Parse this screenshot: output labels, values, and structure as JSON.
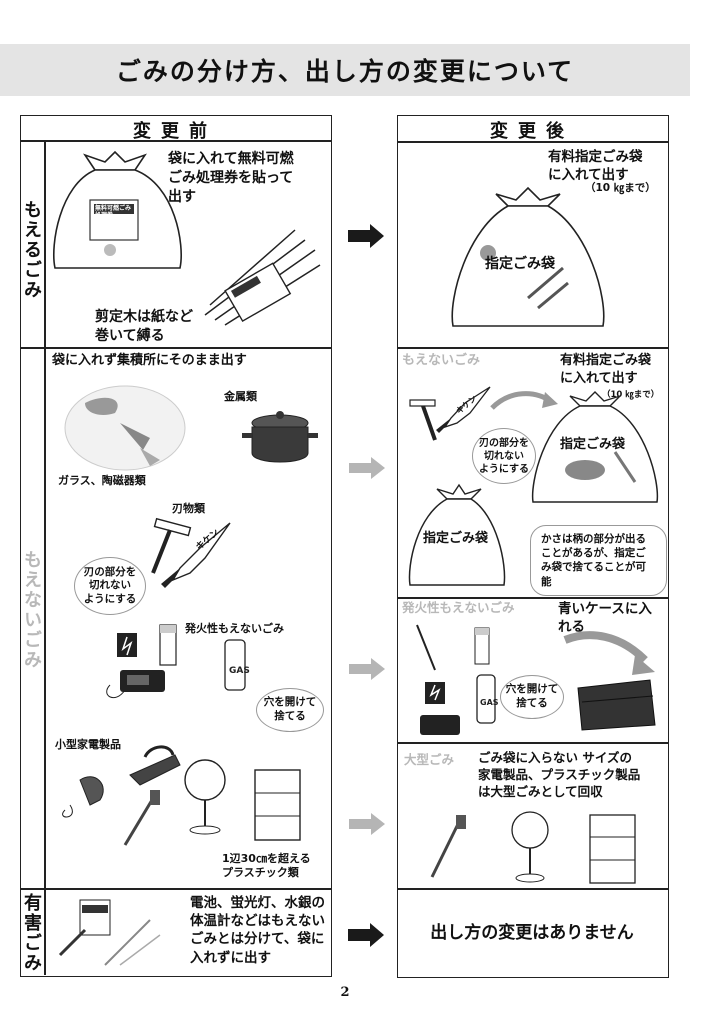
{
  "page": {
    "title": "ごみの分け方、出し方の変更について",
    "page_number": "2"
  },
  "headers": {
    "before": "変更前",
    "after": "変更後"
  },
  "categories": {
    "moeru": "もえるごみ",
    "moenai": "もえないごみ",
    "yugai": "有害ごみ"
  },
  "moeru_before": {
    "bag_text": "袋に入れて無料可燃\nごみ処理券を貼って\n出す",
    "branches_text": "剪定木は紙など\n巻いて縛る",
    "ticket_label": "無料可燃ごみ\n処理券"
  },
  "moeru_after": {
    "bag_text": "有料指定ごみ袋\nに入れて出す",
    "weight_note": "（10 ㎏まで）",
    "bag_label": "指定ごみ袋"
  },
  "moenai_before": {
    "intro": "袋に入れず集積所にそのまま出す",
    "metal": "金属類",
    "glass": "ガラス、陶磁器類",
    "blades": "刃物類",
    "blade_bubble": "刃の部分を\n切れない\nようにする",
    "ignitable": "発火性もえないごみ",
    "hole_bubble": "穴を開けて\n捨てる",
    "appliances": "小型家電製品",
    "plastic": "1辺30㎝を超える\nプラスチック類",
    "knife_label": "キケン"
  },
  "moenai_after": {
    "label": "もえないごみ",
    "bag_text": "有料指定ごみ袋\nに入れて出す",
    "weight_note": "（10 ㎏まで）",
    "blade_bubble": "刃の部分を\n切れない\nようにする",
    "bag_label": "指定ごみ袋",
    "umbrella_bubble": "かさは柄の部分が出る\nことがあるが、指定ご\nみ袋で捨てることが可\n能",
    "ignitable_label": "発火性もえないごみ",
    "ignitable_text": "青いケースに入\nれる",
    "hole_bubble": "穴を開けて\n捨てる",
    "large_label": "大型ごみ",
    "large_text": "ごみ袋に入らない サイズの\n家電製品、プラスチック製品\nは大型ごみとして回収",
    "knife_label": "キケン"
  },
  "yugai_before": {
    "text": "電池、蛍光灯、水銀の\n体温計などはもえない\nごみとは分けて、袋に\n入れずに出す"
  },
  "yugai_after": {
    "text": "出し方の変更はありません"
  },
  "colors": {
    "arrow_dark": "#1a1a1a",
    "arrow_light": "#b5b5b5",
    "banner_bg": "#e4e4e4",
    "blue_case": "#333333"
  }
}
